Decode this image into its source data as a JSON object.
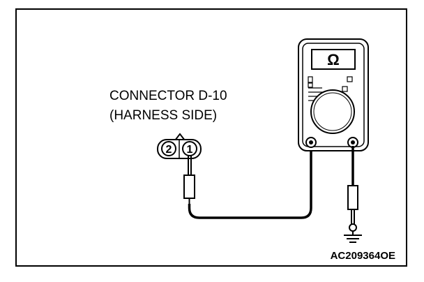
{
  "connector": {
    "line1": "CONNECTOR D-10",
    "line2": "(HARNESS SIDE)",
    "pin2": "2",
    "pin1": "1"
  },
  "meter": {
    "display_symbol": "Ω"
  },
  "figure_code": "AC209364OE",
  "colors": {
    "line": "#000000",
    "background": "#ffffff"
  }
}
